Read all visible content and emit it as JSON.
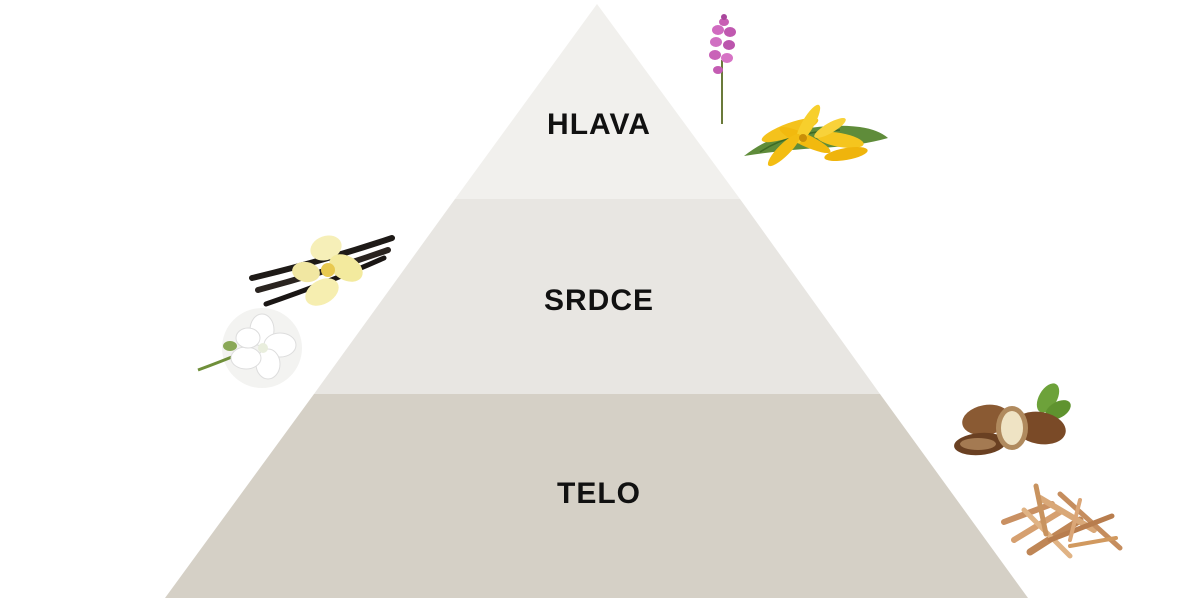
{
  "pyramid": {
    "layers": [
      {
        "key": "top",
        "label": "HLAVA",
        "color": "#f1f0ed"
      },
      {
        "key": "middle",
        "label": "SRDCE",
        "color": "#e8e6e2"
      },
      {
        "key": "base",
        "label": "TELO",
        "color": "#d5d0c6"
      }
    ]
  },
  "illustrations": [
    "orchid-flower",
    "ylang-ylang-flower",
    "vanilla-pods-with-flower",
    "jasmine-flower",
    "argan-nuts",
    "sandalwood-chips"
  ]
}
